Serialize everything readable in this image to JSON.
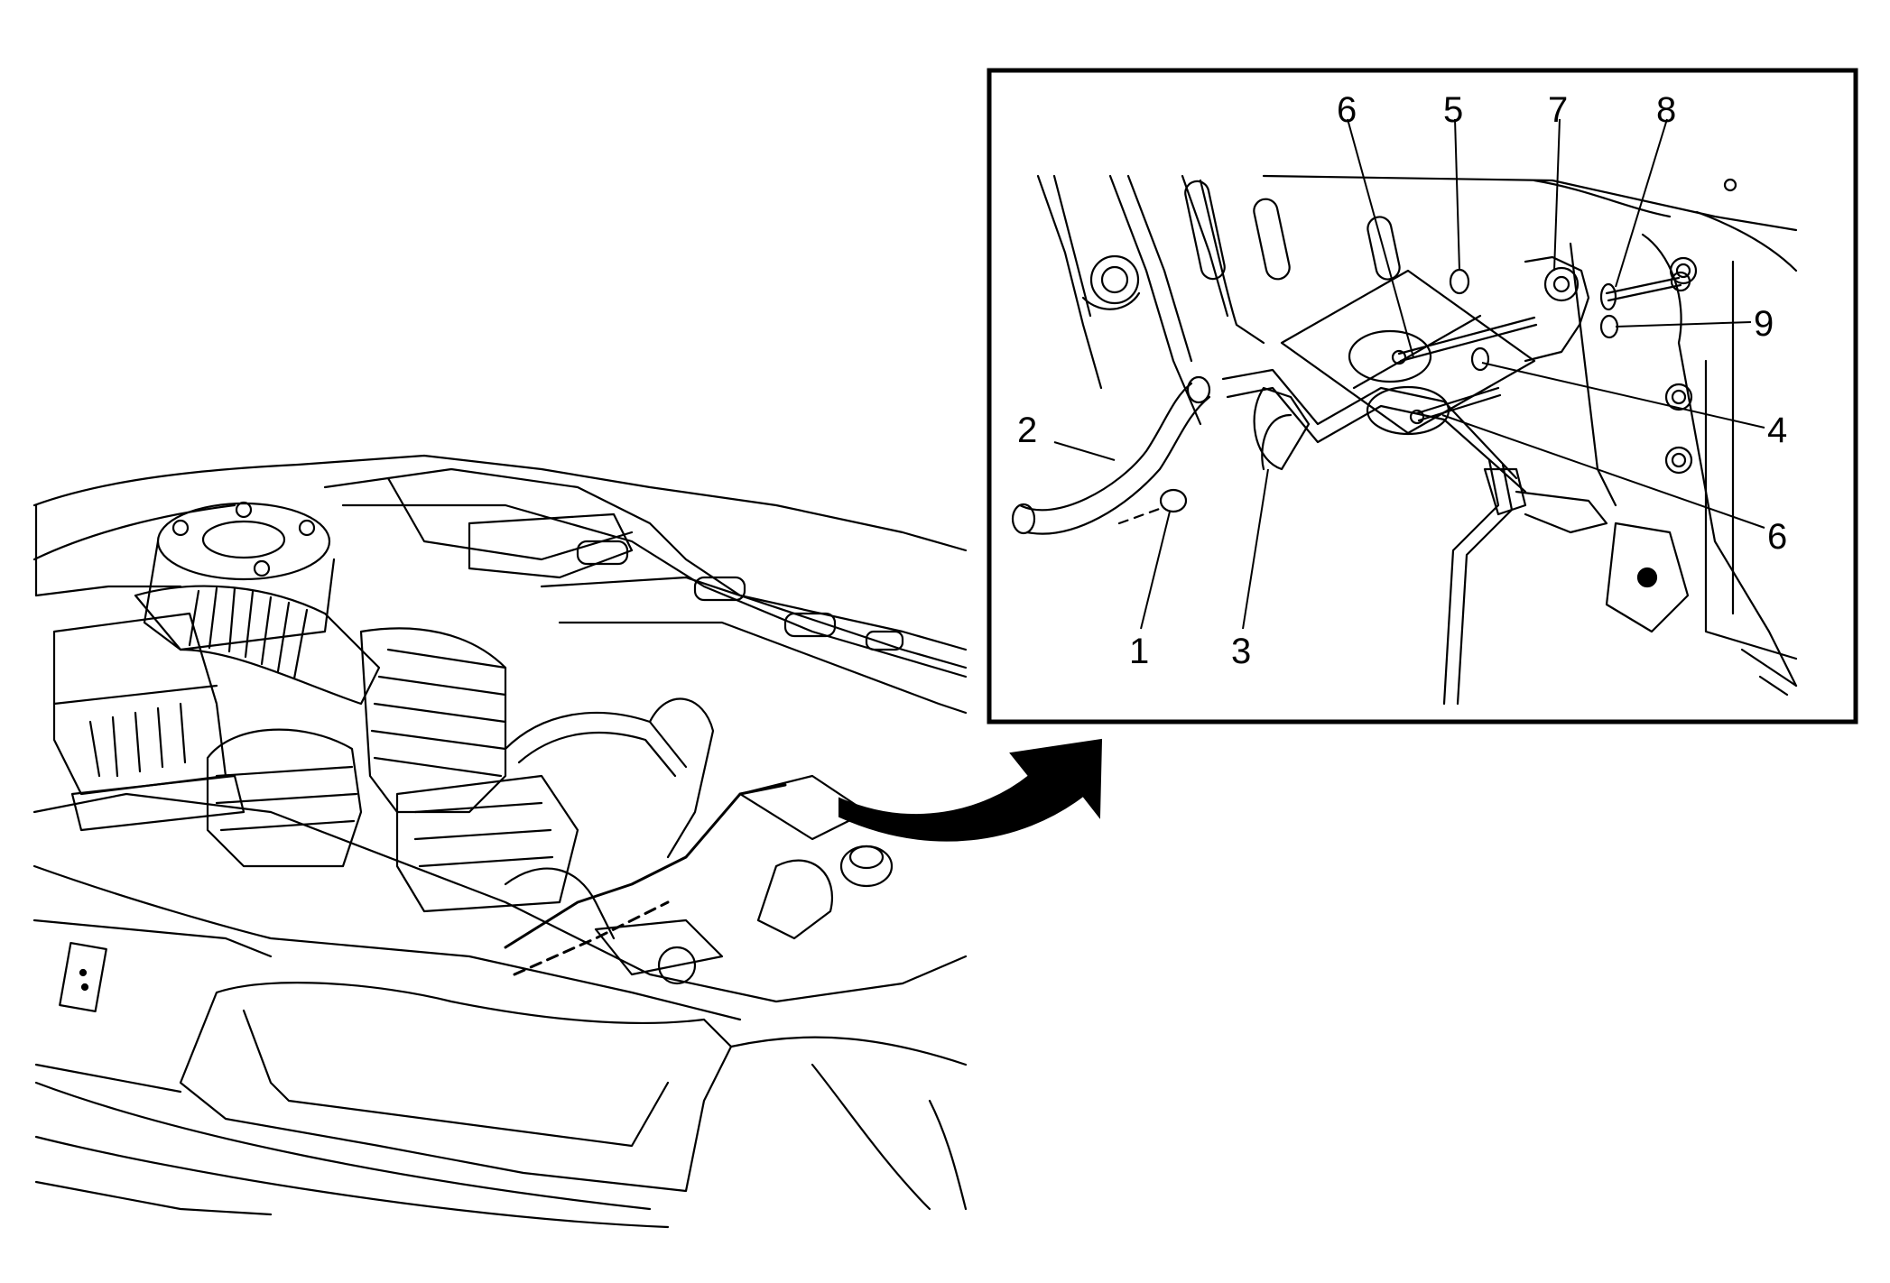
{
  "diagram": {
    "overview": "Engine compartment overview",
    "detail": "Detail view of mounting hardware",
    "callouts": [
      {
        "id": "1",
        "label": "1"
      },
      {
        "id": "2",
        "label": "2"
      },
      {
        "id": "3",
        "label": "3"
      },
      {
        "id": "4",
        "label": "4"
      },
      {
        "id": "5",
        "label": "5"
      },
      {
        "id": "6a",
        "label": "6"
      },
      {
        "id": "6b",
        "label": "6"
      },
      {
        "id": "7",
        "label": "7"
      },
      {
        "id": "8",
        "label": "8"
      },
      {
        "id": "9",
        "label": "9"
      }
    ]
  }
}
